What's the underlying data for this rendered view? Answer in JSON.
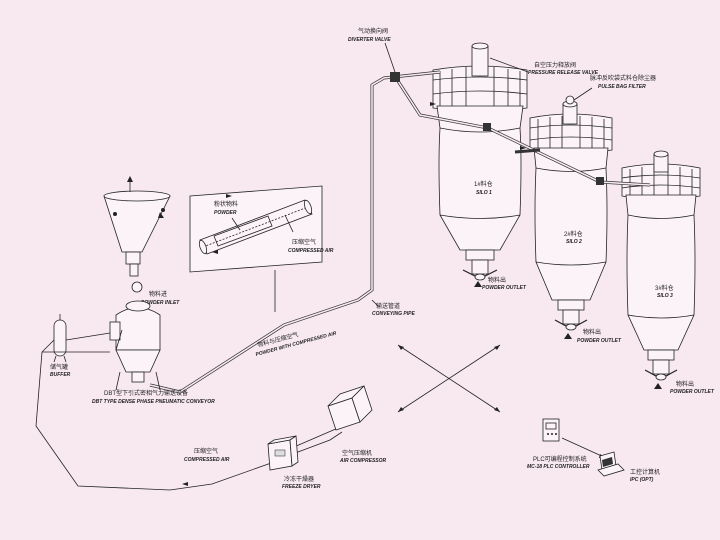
{
  "labels": {
    "diverter_valve_cn": "气动换向阀",
    "diverter_valve_en": "DIVERTER VALVE",
    "pressure_release_cn": "自空压力释放阀",
    "pressure_release_en": "PRESSURE RELEASE VALVE",
    "silo_bag_filter_cn": "脉冲反吹袋式料仓除尘器",
    "silo_bag_filter_en": "PULSE BAG FILTER",
    "silo1_cn": "1#料仓",
    "silo1_en": "SILO 1",
    "silo2_cn": "2#料仓",
    "silo2_en": "SILO 2",
    "silo3_cn": "3#料仓",
    "silo3_en": "SILO 3",
    "outlet1_cn": "物料出",
    "outlet1_en": "POWDER OUTLET",
    "outlet2_cn": "物料出",
    "outlet2_en": "POWDER OUTLET",
    "outlet3_cn": "物料出",
    "outlet3_en": "POWDER OUTLET",
    "conveying_pipe_cn": "输送管道",
    "conveying_pipe_en": "CONVEYING PIPE",
    "powder_cn": "粉状物料",
    "powder_en": "POWDER",
    "comp_air_small_cn": "压缩空气",
    "comp_air_small_en": "COMPRESSED AIR",
    "mix_cn": "物料与压缩空气",
    "mix_en": "POWDER WITH COMPRESSED AIR",
    "powder_inlet_cn": "物料进",
    "powder_inlet_en": "POWDER INLET",
    "buffer_cn": "储气罐",
    "buffer_en": "BUFFER",
    "conveyor_cn": "DBT型下引式密相气力输送设备",
    "conveyor_en": "DBT TYPE DENSE PHASE PNEUMATIC CONVEYOR",
    "compressed_air_cn": "压缩空气",
    "compressed_air_en": "COMPRESSED AIR",
    "freeze_dryer_cn": "冷冻干燥器",
    "freeze_dryer_en": "FREEZE DRYER",
    "air_compressor_cn": "空气压缩机",
    "air_compressor_en": "AIR COMPRESSOR",
    "plc_cn": "PLC可编程控制系统",
    "plc_en": "MC-18 PLC CONTROLLER",
    "ipc_cn": "工控计算机",
    "ipc_en": "IPC (OPT)"
  }
}
